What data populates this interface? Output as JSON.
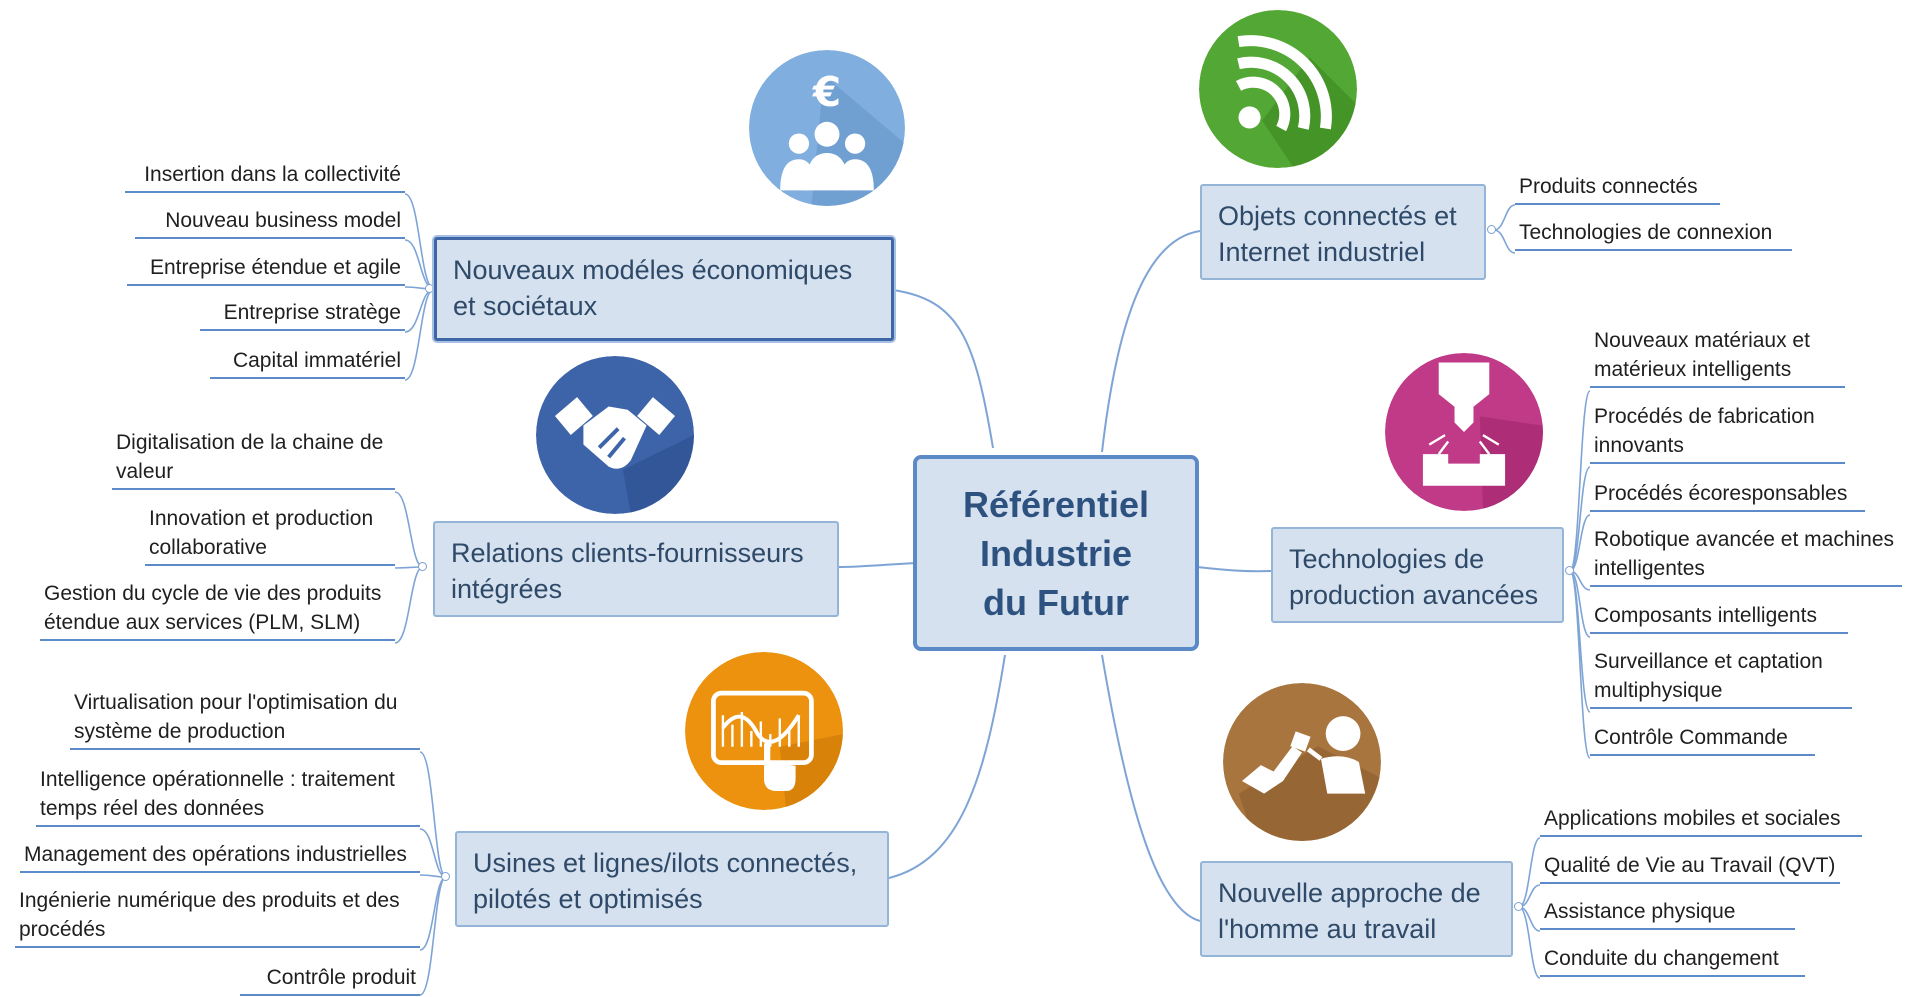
{
  "center": {
    "lines": [
      "Référentiel",
      "Industrie",
      "du Futur"
    ]
  },
  "colors": {
    "node_fill": "#d5e1ef",
    "node_border": "#94b4d8",
    "connector": "#5d8ac8",
    "icon_models": "#80aede",
    "icon_relations": "#3d63a9",
    "icon_usines": "#ec920f",
    "icon_objets": "#53a734",
    "icon_technologies": "#c13a87",
    "icon_homme": "#a8753e"
  },
  "branches": {
    "models": {
      "label": "Nouveaux modéles économiques et sociétaux",
      "icon": "euro-people-icon",
      "items": [
        "Insertion dans la collectivité",
        "Nouveau business model",
        "Entreprise étendue et agile",
        "Entreprise stratège",
        "Capital immatériel"
      ]
    },
    "relations": {
      "label": "Relations clients-fournisseurs intégrées",
      "icon": "handshake-icon",
      "items": [
        "Digitalisation de la chaine de valeur",
        "Innovation et production collaborative",
        "Gestion du cycle de vie des produits étendue aux services (PLM, SLM)"
      ]
    },
    "usines": {
      "label": "Usines et lignes/ilots connectés, pilotés et optimisés",
      "icon": "tablet-chart-icon",
      "items": [
        "Virtualisation pour l'optimisation du système de production",
        "Intelligence opérationnelle : traitement temps réel des données",
        "Management des opérations industrielles",
        "Ingénierie numérique des produits et des procédés",
        "Contrôle produit"
      ]
    },
    "objets": {
      "label": "Objets connectés et Internet industriel",
      "icon": "rss-feed-icon",
      "items": [
        "Produits connectés",
        "Technologies de connexion"
      ]
    },
    "technologies": {
      "label": "Technologies de production avancées",
      "icon": "machine-tool-icon",
      "items": [
        "Nouveaux matériaux et matérieux intelligents",
        "Procédés de fabrication innovants",
        "Procédés écoresponsables",
        "Robotique avancée et machines intelligentes",
        "Composants intelligents",
        "Surveillance et captation multiphysique",
        "Contrôle Commande"
      ]
    },
    "homme": {
      "label": "Nouvelle approche de l'homme au travail",
      "icon": "robot-arm-worker-icon",
      "items": [
        "Applications mobiles et sociales",
        "Qualité de Vie au Travail (QVT)",
        "Assistance physique",
        "Conduite du changement"
      ]
    }
  }
}
